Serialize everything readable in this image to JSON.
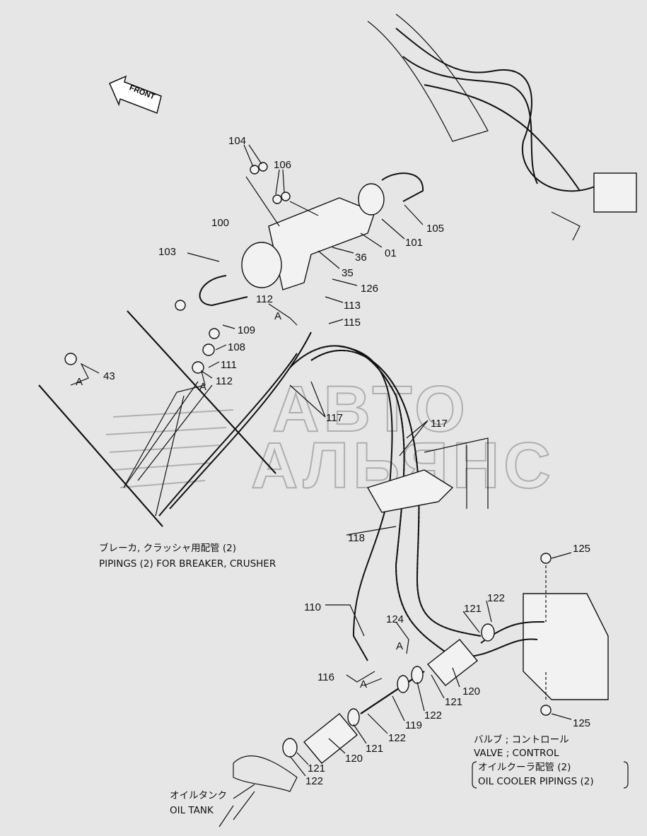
{
  "diagram": {
    "front_label": "FRONT",
    "watermark": [
      "АВТО",
      "АЛЬЯНС"
    ],
    "part_labels": [
      "104",
      "106",
      "100",
      "105",
      "101",
      "01",
      "36",
      "103",
      "35",
      "126",
      "112",
      "113",
      "A",
      "115",
      "109",
      "108",
      "111",
      "43",
      "A",
      "112",
      "A",
      "117",
      "117",
      "118",
      "110",
      "125",
      "122",
      "121",
      "124",
      "A",
      "116",
      "A",
      "120",
      "121",
      "122",
      "119",
      "125",
      "122",
      "121",
      "120",
      "121",
      "122"
    ],
    "captions": {
      "breaker_jp": "ブレーカ, クラッシャ用配管 (2)",
      "breaker_en": "PIPINGS (2) FOR  BREAKER, CRUSHER",
      "valve_jp": "バルブ ; コントロール",
      "valve_en": "VALVE ; CONTROL",
      "cooler_jp": "オイルクーラ配管 (2)",
      "cooler_en": "OIL  COOLER  PIPINGS (2)",
      "tank_jp": "オイルタンク",
      "tank_en": "OIL  TANK"
    }
  }
}
